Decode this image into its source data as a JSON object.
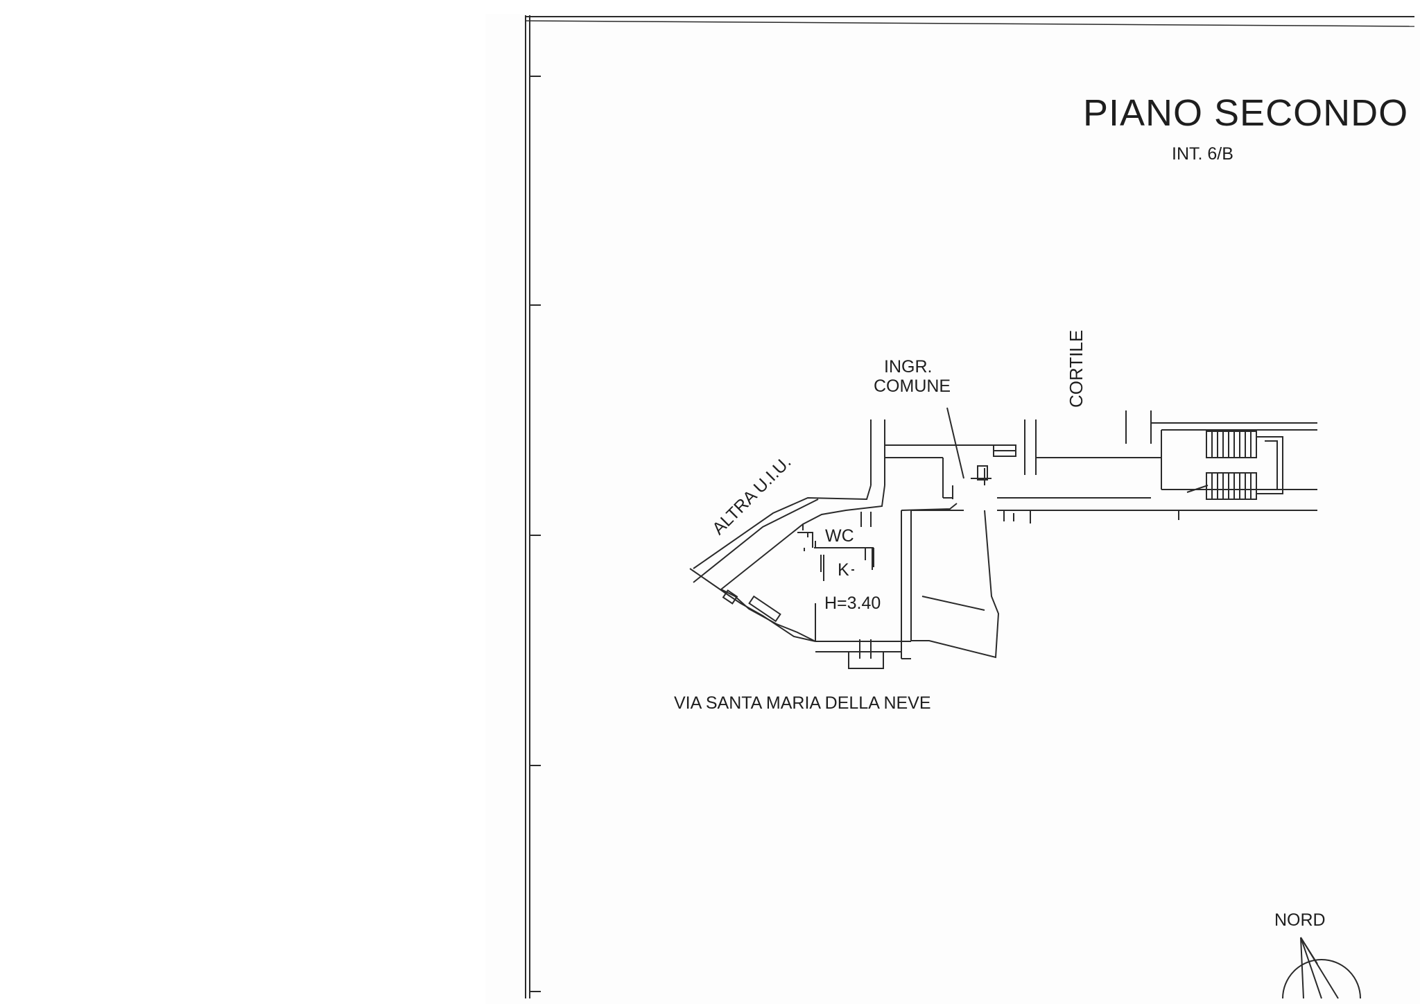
{
  "plan": {
    "title": "PIANO SECONDO",
    "subtitle": "INT. 6/B",
    "labels": {
      "ingresso_line1": "INGR.",
      "ingresso_line2": "COMUNE",
      "cortile": "CORTILE",
      "altra_uiu": "ALTRA U.I.U.",
      "wc": "WC",
      "kitchen": "K",
      "height": "H=3.40",
      "street": "VIA SANTA MARIA DELLA NEVE",
      "north": "NORD"
    }
  },
  "colors": {
    "line": "#2a2a2a",
    "paper": "#ffffff"
  },
  "icons": {
    "north_arrow": "north-arrow-icon",
    "stairs": "stairs-icon"
  }
}
